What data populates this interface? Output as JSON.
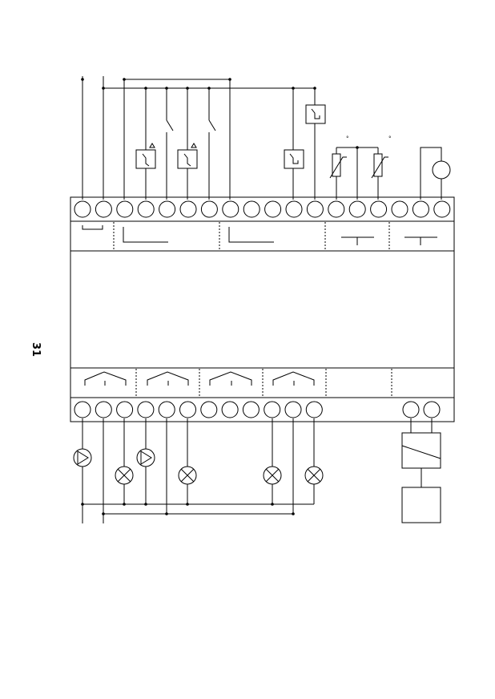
{
  "page": {
    "number": "31"
  },
  "diagram": {
    "top_terminals": 18,
    "bottom_terminals": 12,
    "bottom_extra_terminals": 2,
    "temperature_marker": "°"
  }
}
